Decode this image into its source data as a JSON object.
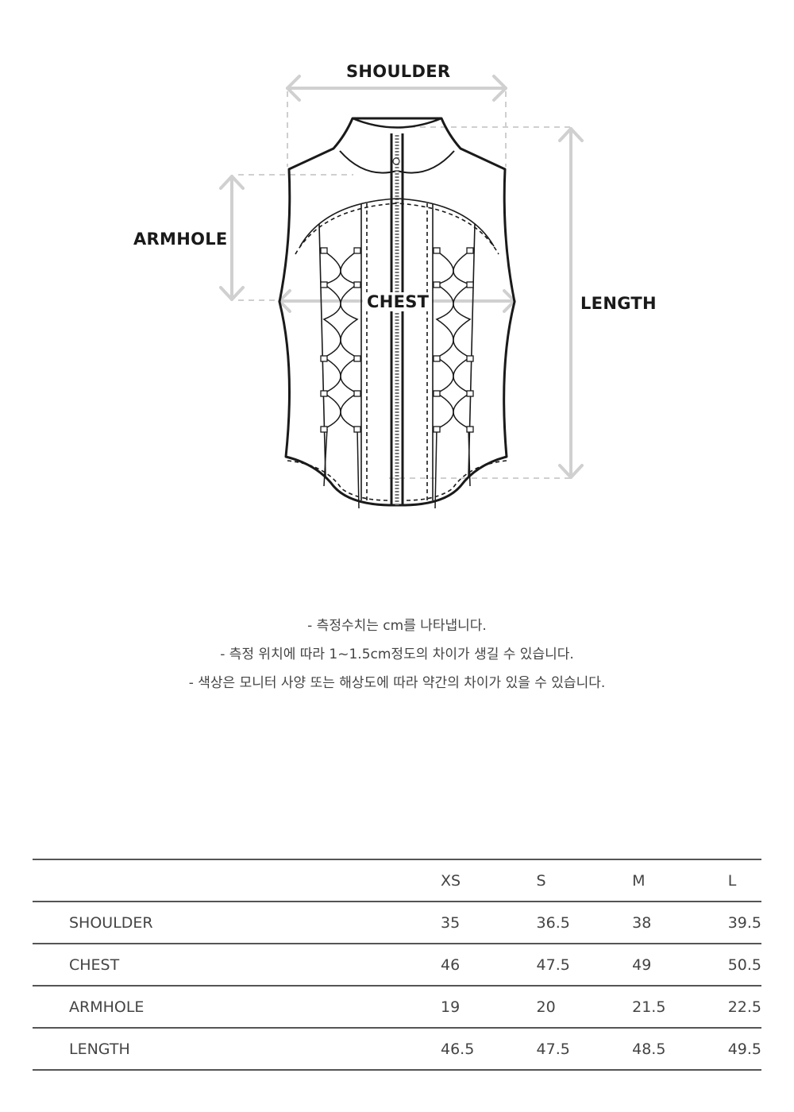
{
  "diagram": {
    "labels": {
      "shoulder": "SHOULDER",
      "armhole": "ARMHOLE",
      "chest": "CHEST",
      "length": "LENGTH"
    },
    "colors": {
      "arrow": "#d0d0d0",
      "outline": "#1a1a1a"
    }
  },
  "notes": [
    "- 측정수치는 cm를 나타냅니다.",
    "- 측정 위치에 따라 1~1.5cm정도의 차이가 생길 수 있습니다.",
    "- 색상은 모니터 사양 또는 해상도에 따라 약간의 차이가 있을 수 있습니다."
  ],
  "size_table": {
    "headers": [
      "",
      "XS",
      "S",
      "M",
      "L"
    ],
    "rows": [
      {
        "label": "SHOULDER",
        "values": [
          "35",
          "36.5",
          "38",
          "39.5"
        ]
      },
      {
        "label": "CHEST",
        "values": [
          "46",
          "47.5",
          "49",
          "50.5"
        ]
      },
      {
        "label": "ARMHOLE",
        "values": [
          "19",
          "20",
          "21.5",
          "22.5"
        ]
      },
      {
        "label": "LENGTH",
        "values": [
          "46.5",
          "47.5",
          "48.5",
          "49.5"
        ]
      }
    ]
  }
}
